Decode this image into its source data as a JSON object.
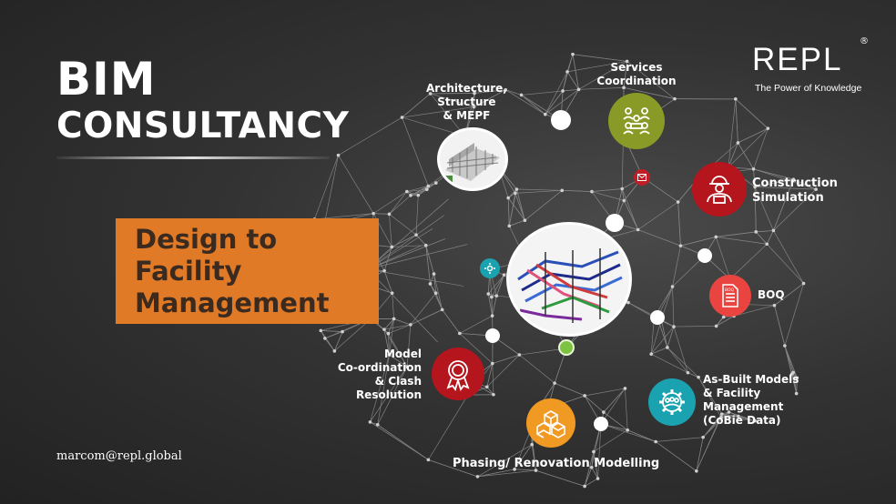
{
  "title": {
    "line1": "BIM",
    "line2": "CONSULTANCY"
  },
  "highlight": {
    "line1": "Design to",
    "line2": "Facility",
    "line3": "Management"
  },
  "contact": {
    "email": "marcom@repl.global"
  },
  "logo": {
    "name": "REPL",
    "registered": "®",
    "tagline": "The Power of Knowledge"
  },
  "services": {
    "architecture": [
      "Architecture,",
      "Structure",
      "& MEPF"
    ],
    "coordination": [
      "Services",
      "Coordination"
    ],
    "construction": [
      "Construction",
      "Simulation"
    ],
    "boq": [
      "BOQ"
    ],
    "asbuilt": [
      "As-Built Models",
      "& Facility",
      "Management",
      "(CoBie Data)"
    ],
    "phasing": [
      "Phasing/ Renovation Modelling"
    ],
    "model": [
      "Model",
      "Co-ordination",
      "& Clash",
      "Resolution"
    ]
  },
  "boq_badge": "BOQ",
  "colors": {
    "accent_orange": "#e07a26",
    "olive": "#8a9a26",
    "crimson": "#b5161d",
    "coral": "#e9443f",
    "teal": "#1aa2b1",
    "amber": "#f09a24",
    "lime": "#7ec242"
  },
  "icons": {
    "coordination": "team-meeting-icon",
    "construction": "engineer-icon",
    "boq": "document-icon",
    "asbuilt": "gear-people-icon",
    "phasing": "cubes-icon",
    "model": "award-ribbon-icon",
    "small_teal": "gear-icon",
    "small_red": "envelope-icon"
  }
}
